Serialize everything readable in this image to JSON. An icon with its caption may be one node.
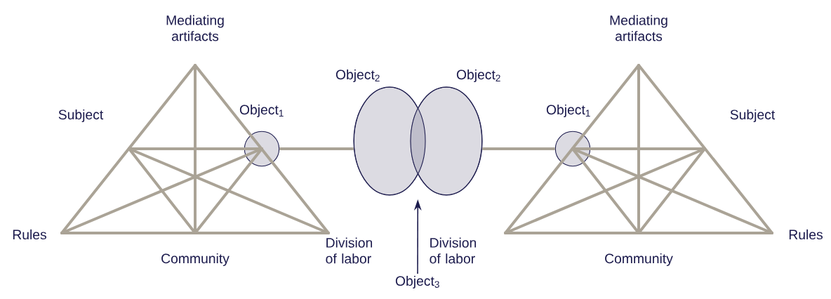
{
  "diagram": {
    "nodes": [
      {
        "text": [
          "Object$_{1}$"
        ]
      },
      {
        "text": [
          "Object$_{2}$"
        ]
      },
      {
        "text": [
          "Object$_{2}$"
        ]
      },
      {
        "text": [
          "Object$_{1}$"
        ]
      },
      {
        "text": [
          "Object$_{3}$"
        ]
      },
      {
        "text": [],
        "shape": "lens"
      }
    ],
    "edges": [
      {
        "from": 0,
        "to": 1,
        "arrow": "none"
      },
      {
        "from": 2,
        "to": 3,
        "arrow": "none"
      },
      {
        "from": 4,
        "to": 5,
        "arrow": "to",
        "color": "#1c1b4d"
      }
    ],
    "labels": [
      "Mediating artifacts",
      "Subject",
      "Rules",
      "Community",
      "Division of labor",
      "Division of labor",
      "Mediating artifacts",
      "Subject",
      "Community",
      "Rules"
    ]
  }
}
